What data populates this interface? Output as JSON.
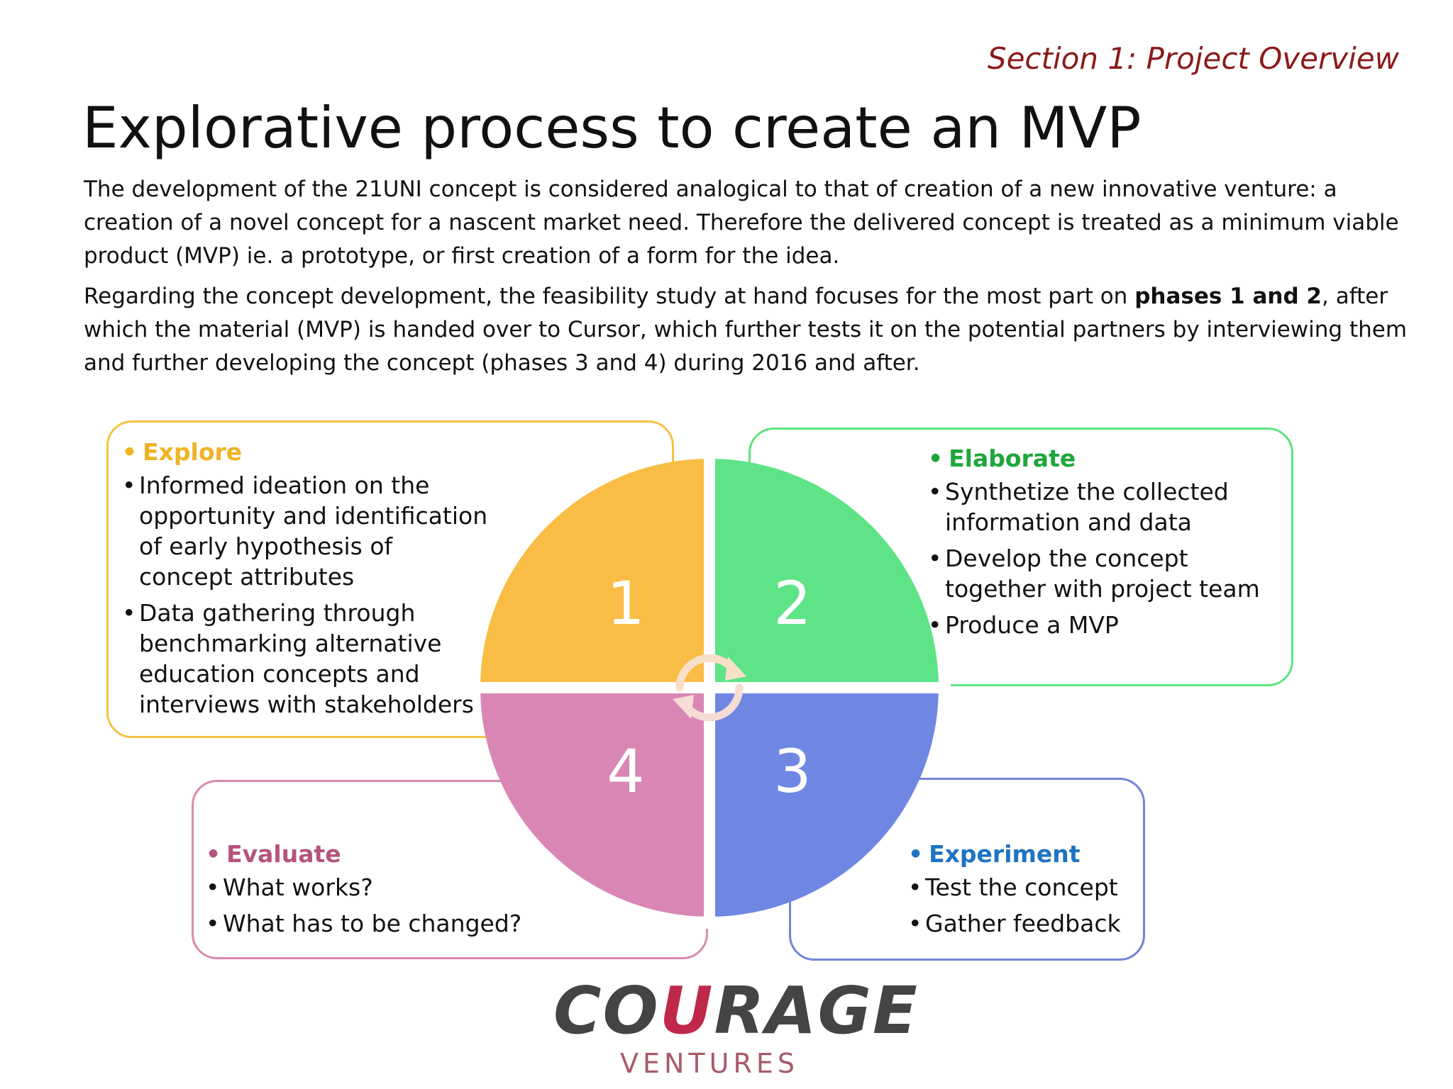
{
  "header": {
    "section_label": "Section 1: Project Overview",
    "title": "Explorative process to create an MVP"
  },
  "intro": {
    "paragraph1": "The development of the 21UNI concept is considered analogical to that of creation of a new innovative venture: a creation of a novel concept for a nascent market need.  Therefore the delivered concept is treated as a minimum viable product (MVP) ie. a prototype, or first creation of a form for the idea.",
    "paragraph2_before": "Regarding the concept development, the feasibility study at hand focuses for the most part on ",
    "paragraph2_bold": "phases 1 and 2",
    "paragraph2_after": ", after which the material (MVP) is handed over to Cursor, which further tests it on the potential partners by interviewing them and further developing the concept (phases 3 and 4) during 2016 and after."
  },
  "cycle": {
    "quadrant_1": "1",
    "quadrant_2": "2",
    "quadrant_3": "3",
    "quadrant_4": "4"
  },
  "phases": {
    "explore": {
      "heading": "Explore",
      "items": [
        "Informed ideation on the opportunity and identification of early hypothesis of concept attributes",
        "Data gathering through benchmarking alternative education concepts and interviews with stakeholders"
      ]
    },
    "elaborate": {
      "heading": "Elaborate",
      "items": [
        "Synthetize the collected information and data",
        "Develop the concept together with project team",
        "Produce a MVP"
      ]
    },
    "experiment": {
      "heading": "Experiment",
      "items": [
        "Test the concept",
        "Gather feedback"
      ]
    },
    "evaluate": {
      "heading": "Evaluate",
      "items": [
        "What works?",
        "What has to be changed?"
      ]
    }
  },
  "logo": {
    "main_prefix": "CO",
    "main_accent": "U",
    "main_suffix": "RAGE",
    "sub": "VENTURES"
  },
  "colors": {
    "section_label": "#8b1a1a",
    "quadrant_1": "#f9bd45",
    "quadrant_2": "#5ee486",
    "quadrant_3": "#6f87e3",
    "quadrant_4": "#da86b5",
    "explore_heading": "#f0b323",
    "elaborate_heading": "#1ea63a",
    "experiment_heading": "#1e74c2",
    "evaluate_heading": "#b5537e"
  }
}
